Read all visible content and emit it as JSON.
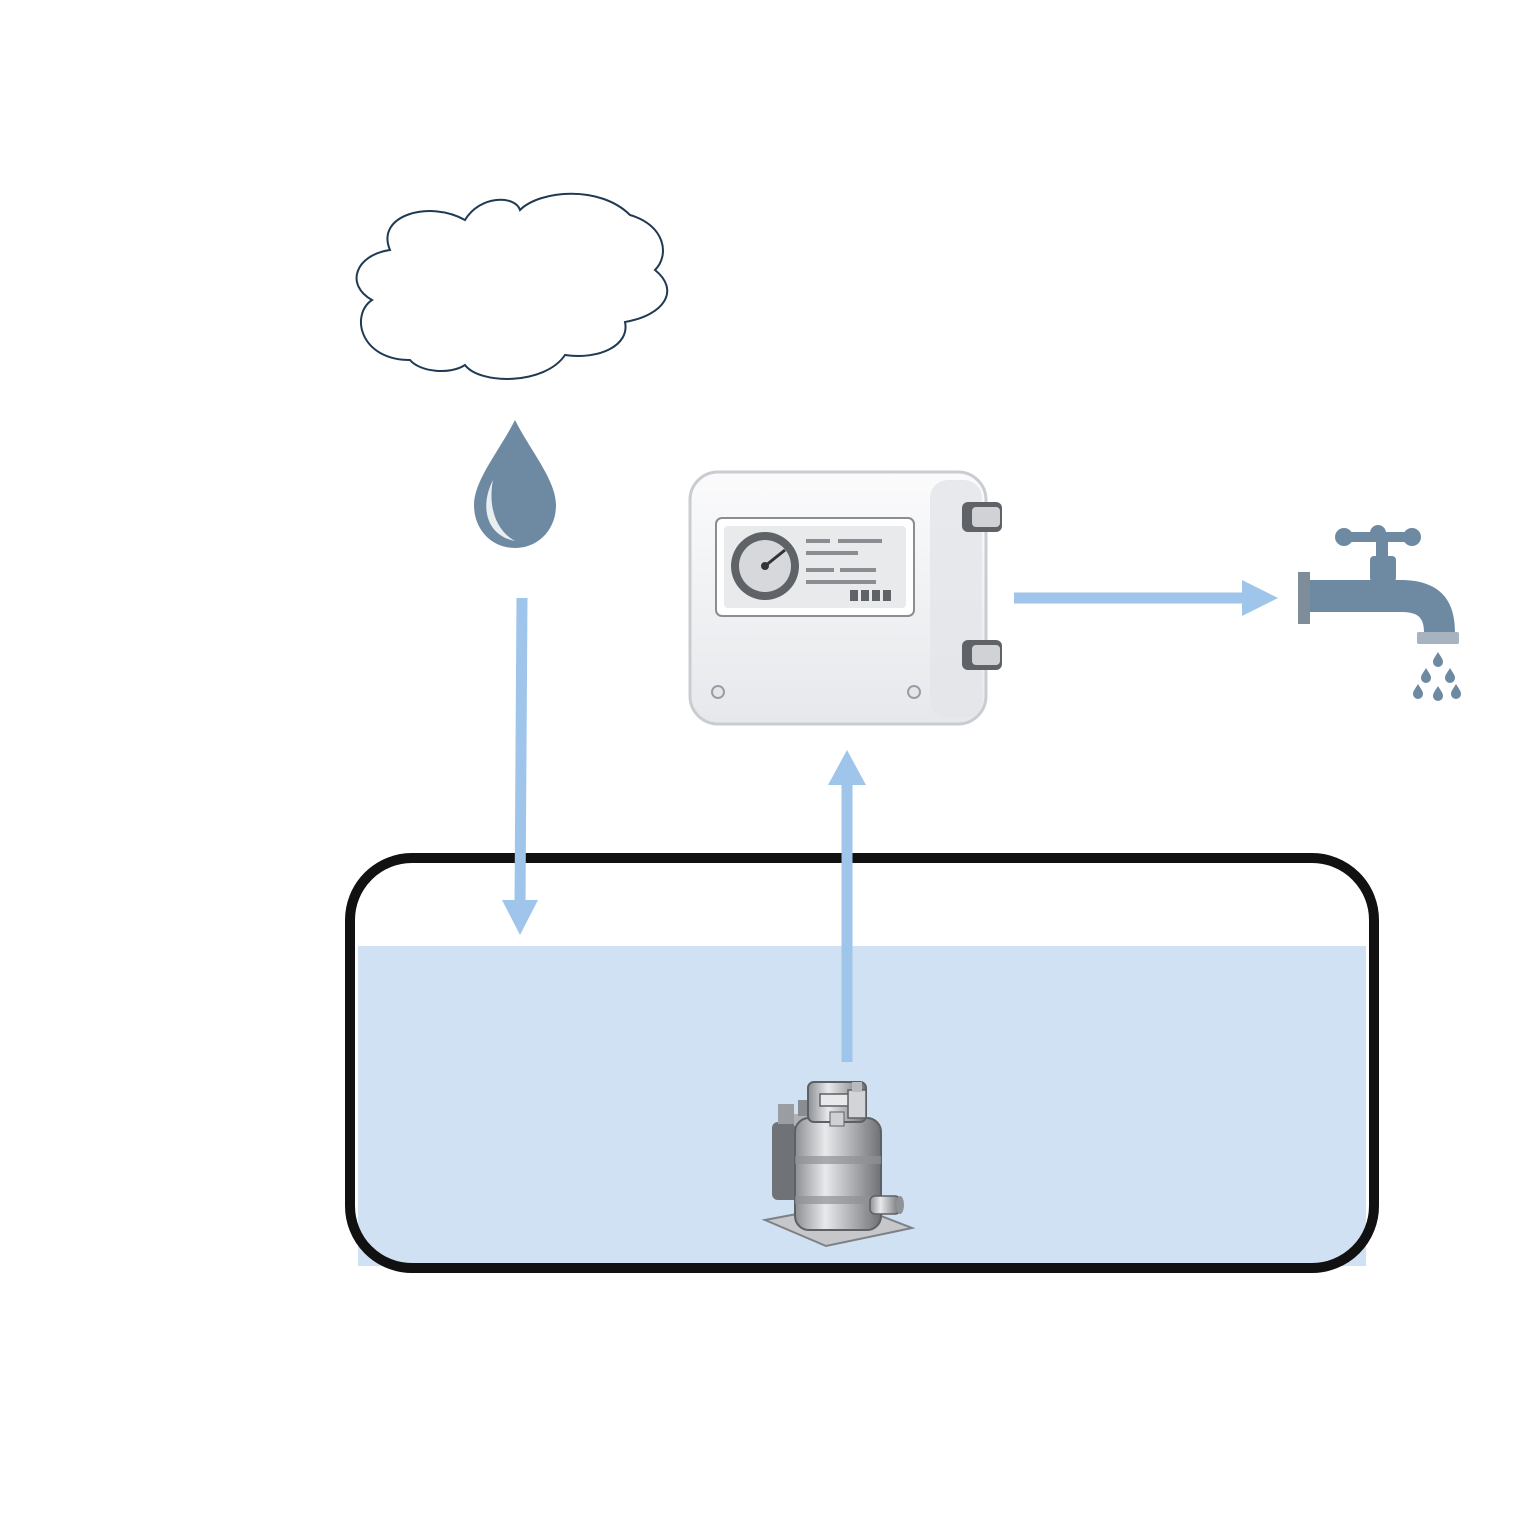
{
  "diagram": {
    "description_type": "rainwater-harvesting-flow",
    "nodes": [
      {
        "id": "cloud",
        "icon": "cloud-icon"
      },
      {
        "id": "raindrop",
        "icon": "raindrop-icon"
      },
      {
        "id": "controller",
        "icon": "pump-controller-icon"
      },
      {
        "id": "faucet",
        "icon": "faucet-icon"
      },
      {
        "id": "tank",
        "icon": "storage-tank-icon"
      },
      {
        "id": "pump",
        "icon": "submersible-pump-icon"
      }
    ],
    "edges": [
      {
        "from": "raindrop",
        "to": "tank",
        "direction": "down"
      },
      {
        "from": "pump",
        "to": "controller",
        "direction": "up"
      },
      {
        "from": "controller",
        "to": "faucet",
        "direction": "right"
      }
    ]
  },
  "colors": {
    "arrow": "#9fc5ea",
    "water": "#cfe1f3",
    "tank_outline": "#111111",
    "cloud_outline": "#1f3a52",
    "icon_blue_grey": "#6e8aa3",
    "controller_body": "#f2f3f5"
  }
}
